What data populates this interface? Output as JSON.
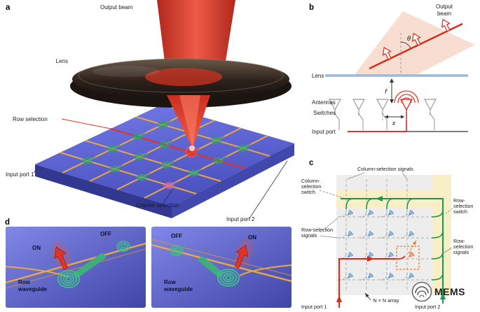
{
  "panels": {
    "a": {
      "tag": "a",
      "output_beam": "Output beam",
      "lens": "Lens",
      "row_selection": "Row selection",
      "input_port_1": "Input port 1",
      "column_selection": "Column selection",
      "input_port_2": "Input port 2"
    },
    "b": {
      "tag": "b",
      "output_line1": "Output",
      "output_line2": "beam",
      "lens": "Lens",
      "theta": "θ",
      "f": "f",
      "antennas": "Antennas",
      "switches": "Switches",
      "x": "x",
      "input_port": "Input port"
    },
    "c": {
      "tag": "c",
      "column_selection_signals": "Column-selection signals",
      "column_switch_l1": "Column-",
      "column_switch_l2": "selection",
      "column_switch_l3": "switch",
      "row_signals_left_l1": "Row-selection",
      "row_signals_left_l2": "signals",
      "row_switch_l1": "Row-",
      "row_switch_l2": "selection",
      "row_switch_l3": "switch",
      "row_signals_right_l1": "Row-",
      "row_signals_right_l2": "selection",
      "row_signals_right_l3": "signals",
      "array": "N × N array",
      "input_port_1": "Input port 1",
      "input_port_2": "Input port 2"
    },
    "d": {
      "tag": "d",
      "left_on": "ON",
      "left_off": "OFF",
      "left_row": "Row",
      "left_waveguide": "waveguide",
      "right_on": "ON",
      "right_off": "OFF",
      "right_row": "Row",
      "right_waveguide": "waveguide"
    }
  },
  "watermark": {
    "text": "MEMS"
  },
  "colors": {
    "beam_red": "#e03425",
    "chip_blue": "#5a60cf",
    "waveguide_orange": "#e9a93f",
    "antenna_green_3d": "#2f9e6e",
    "path_green": "#169c4e",
    "path_red": "#e02817",
    "antenna_blue": "#2b7bbf",
    "highlight_yellow": "#f9efc6",
    "lens_dark": "#221a14"
  }
}
